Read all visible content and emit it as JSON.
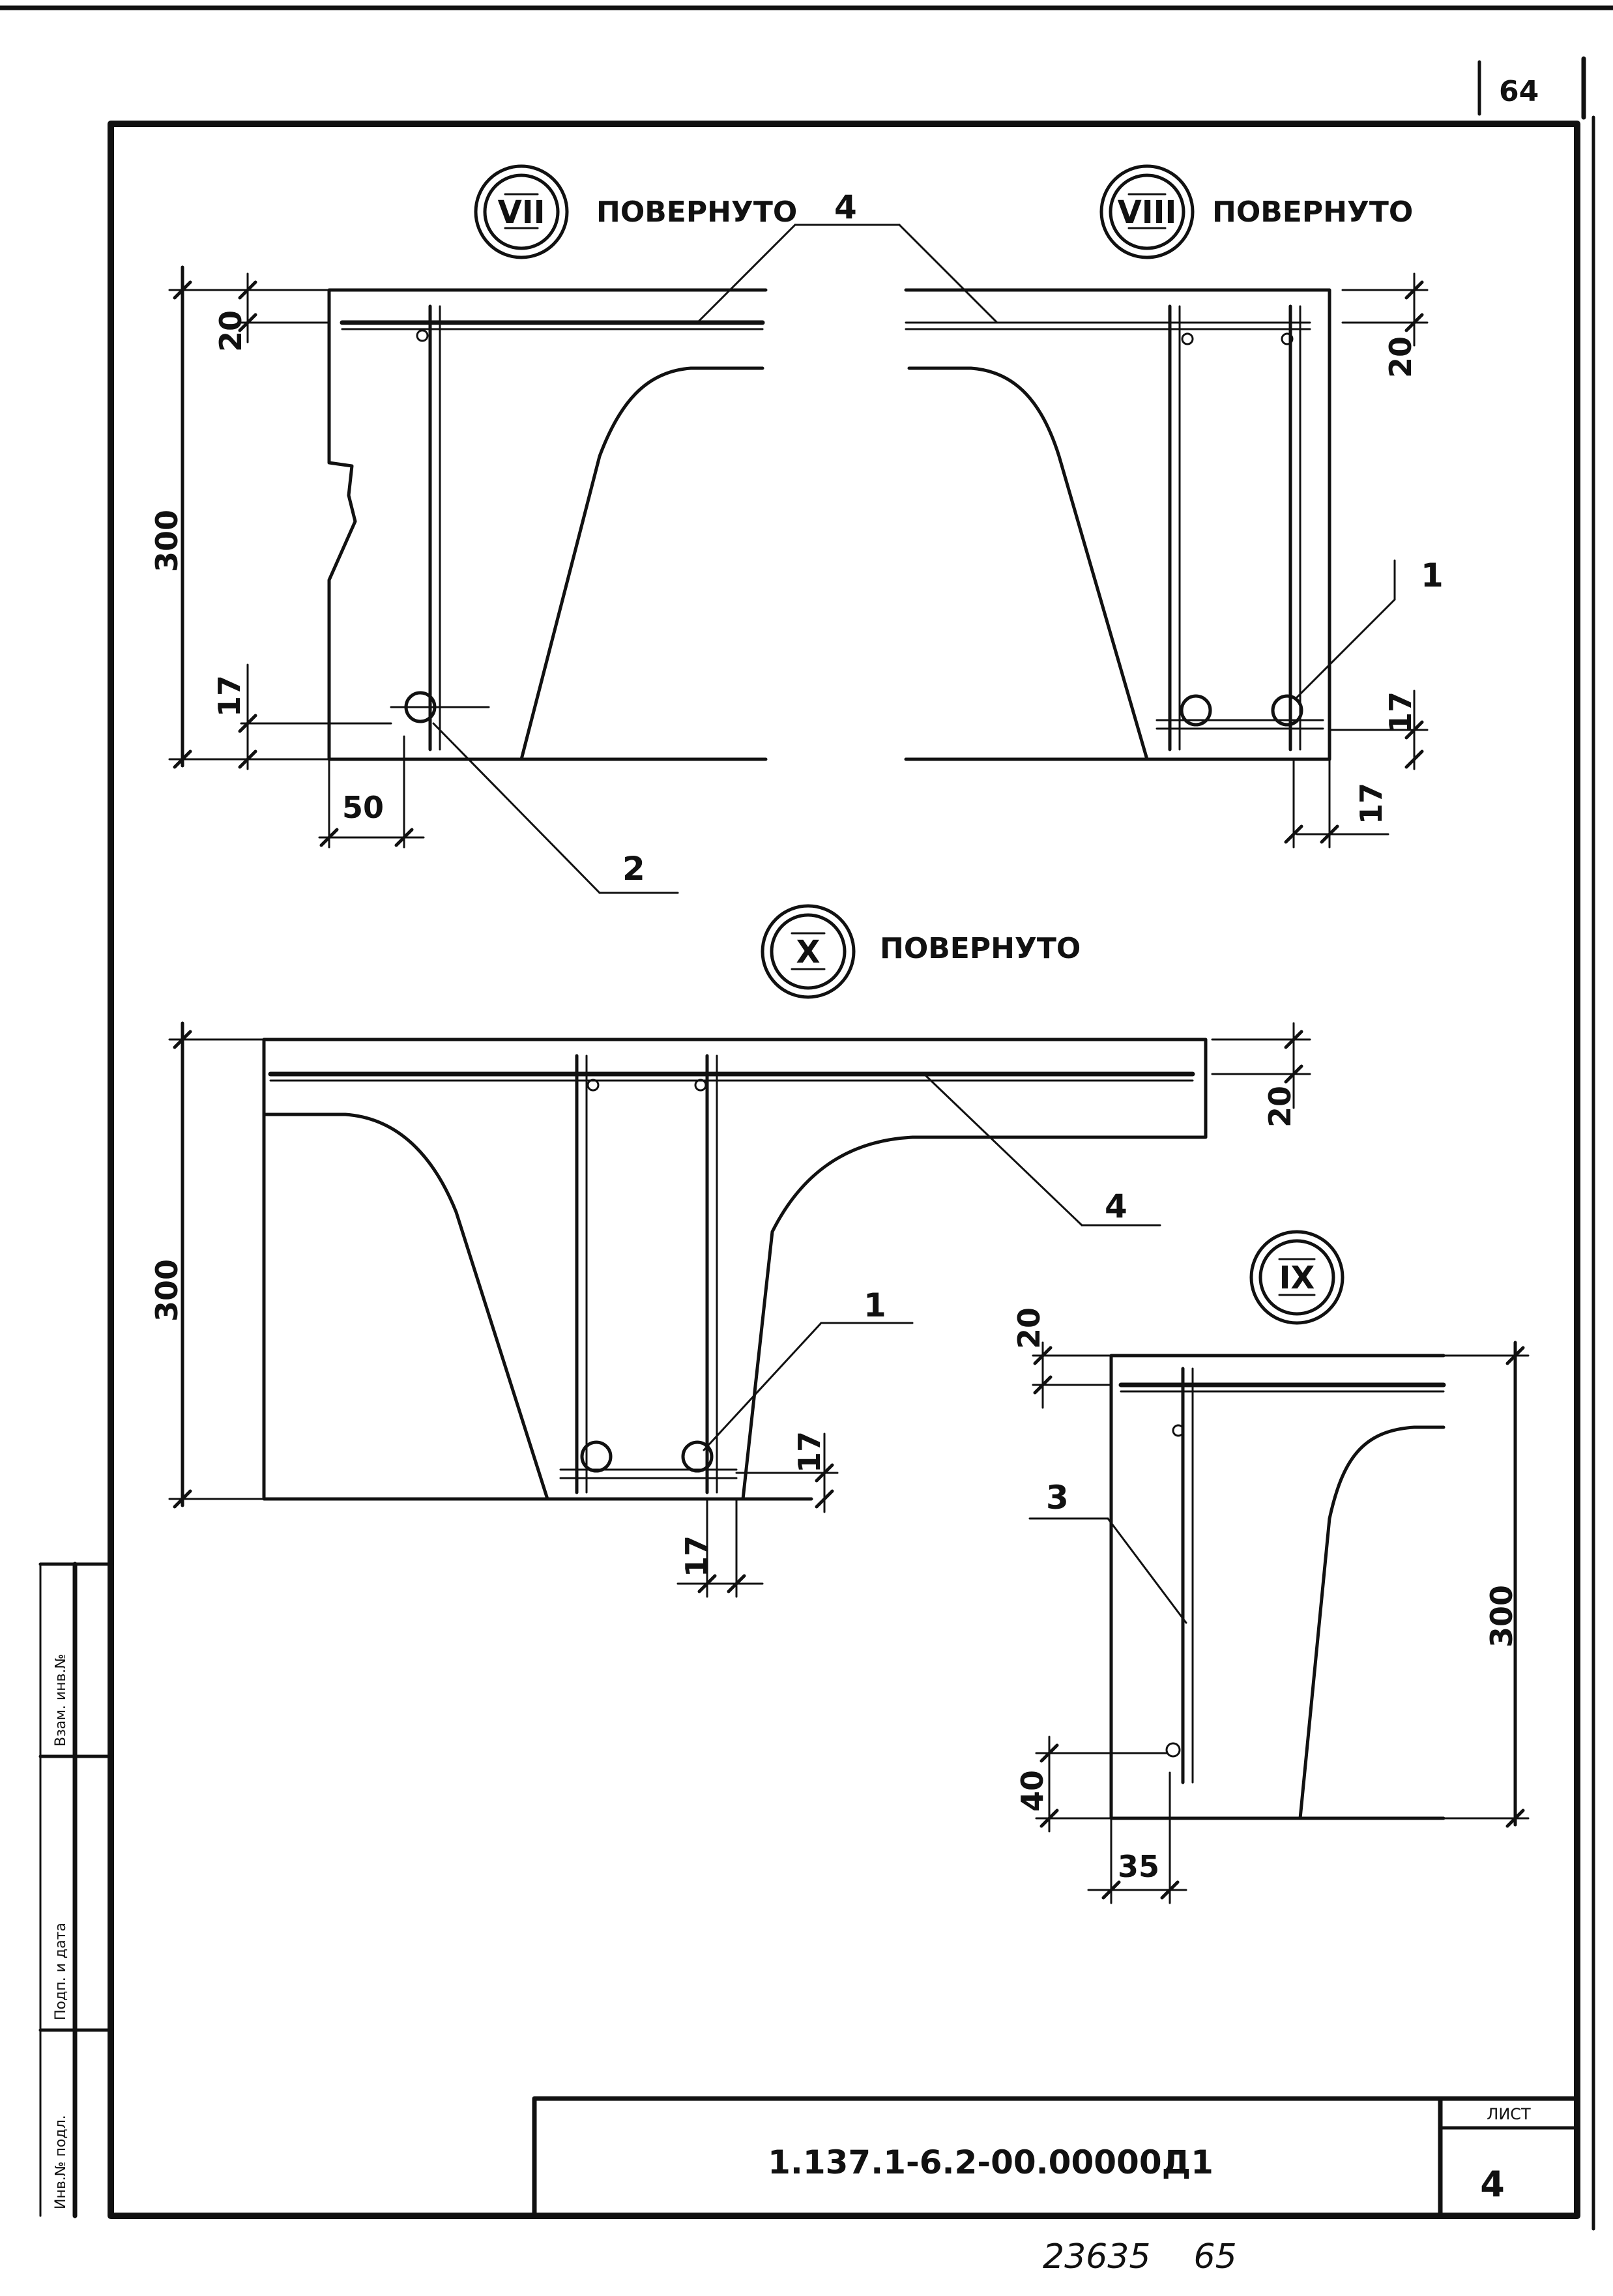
{
  "page_number_top": "64",
  "views": [
    {
      "id": "VII",
      "label": "ПОВЕРНУТО"
    },
    {
      "id": "VIII",
      "label": "ПОВЕРНУТО"
    },
    {
      "id": "X",
      "label": "ПОВЕРНУТО"
    },
    {
      "id": "IX",
      "label": ""
    }
  ],
  "callouts": {
    "bar1": "1",
    "bar2": "2",
    "bar3": "3",
    "bar4": "4"
  },
  "dimensions": {
    "height_300": "300",
    "cover_20": "20",
    "cover_17": "17",
    "offset_50": "50",
    "cover_40": "40",
    "offset_35": "35"
  },
  "title_block": {
    "code": "1.137.1-6.2-00.00000Д1",
    "sheet_label": "ЛИСТ",
    "sheet_number": "4"
  },
  "margin_stamp": [
    "Взам. инв.№",
    "Подп. и дата",
    "Инв.№ подл."
  ],
  "footer_handwritten": "23635    65"
}
